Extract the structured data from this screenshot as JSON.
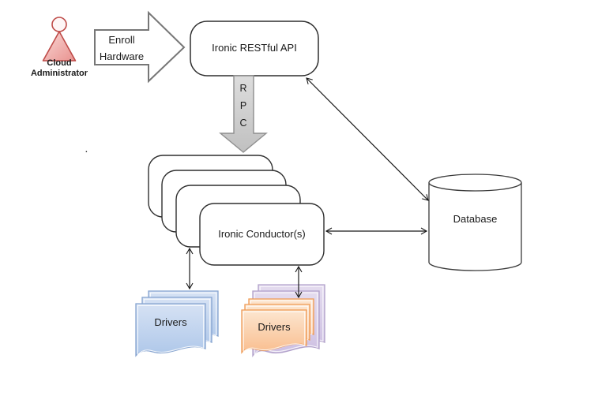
{
  "actor": {
    "label_lines": [
      "Cloud",
      "Administrator"
    ]
  },
  "enroll_arrow": {
    "label_lines": [
      "Enroll",
      "Hardware"
    ]
  },
  "api": {
    "label": "Ironic RESTful API"
  },
  "rpc": {
    "letters": [
      "R",
      "P",
      "C"
    ]
  },
  "conductors": {
    "label": "Ironic Conductor(s)",
    "stacked_boxes": 4
  },
  "database": {
    "label": "Database"
  },
  "drivers_left": {
    "label": "Drivers"
  },
  "drivers_right": {
    "label": "Drivers"
  },
  "stray_mark": ".",
  "colors": {
    "actor_fill": "#EFA3A0",
    "actor_stroke": "#BE4B48",
    "block_arrow_stroke": "#777777",
    "rpc_fill": "#CDCDCD",
    "node_stroke": "#2F2F2F",
    "arrow_color": "#1A1A1A",
    "drivers_blue_fill": "#BCD0EC",
    "drivers_blue_stroke": "#85A3CF",
    "drivers_orange_fill": "#FBCB9C",
    "drivers_orange_stroke": "#EF9A55",
    "drivers_purple_fill": "#D5C9E6",
    "drivers_purple_stroke": "#B0A0C9"
  }
}
